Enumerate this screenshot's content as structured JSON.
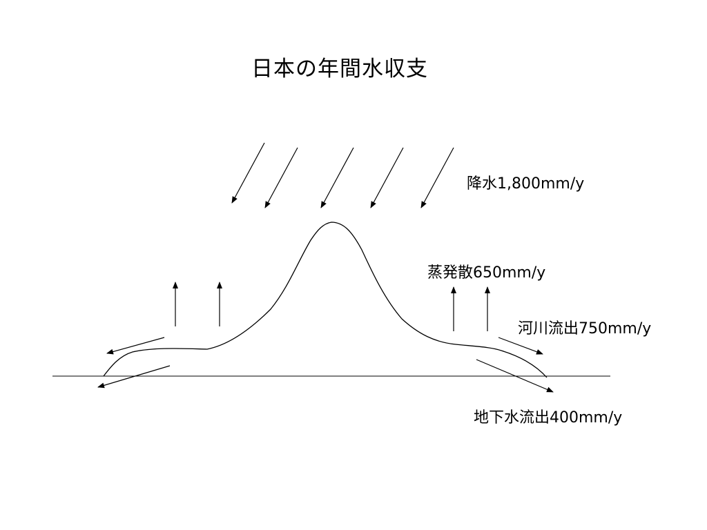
{
  "title": "日本の年間水収支",
  "labels": {
    "precipitation": "降水1,800mm/y",
    "evapotranspiration": "蒸発散650mm/y",
    "river_outflow": "河川流出750mm/y",
    "groundwater_outflow": "地下水流出400mm/y"
  },
  "colors": {
    "line": "#000000",
    "background": "#ffffff"
  }
}
